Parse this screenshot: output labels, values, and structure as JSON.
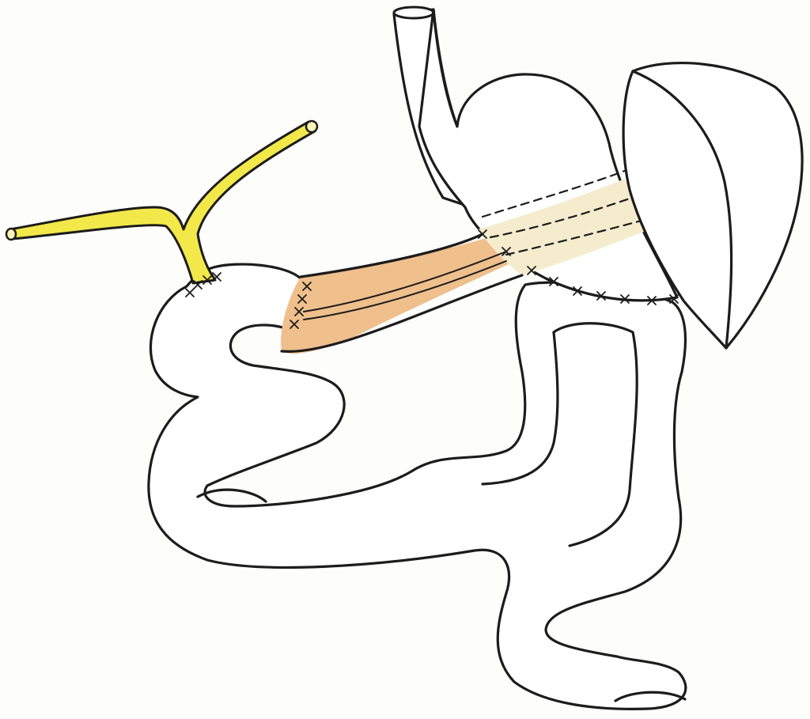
{
  "colors": {
    "background": "#fdfdfc",
    "outline": "#1c1c1c",
    "bile_duct": "#f2e84a",
    "pancreas": "#efbf8c",
    "pancreas_overlap": "#f5eccd",
    "organ_fill": "#ffffff"
  },
  "structures": [
    {
      "name": "esophagus",
      "icon": "tube"
    },
    {
      "name": "stomach",
      "icon": "organ-outline"
    },
    {
      "name": "liver-lobe",
      "icon": "organ-outline"
    },
    {
      "name": "bile-duct",
      "icon": "y-tube"
    },
    {
      "name": "pancreas",
      "icon": "elongated-gland"
    },
    {
      "name": "jejunal-loop",
      "icon": "bowel-loop"
    }
  ],
  "anastomoses": [
    {
      "name": "hepaticojejunostomy",
      "style": "cross-stitch"
    },
    {
      "name": "pancreaticojejunostomy",
      "style": "cross-stitch"
    },
    {
      "name": "gastrojejunostomy",
      "style": "cross-stitch"
    }
  ]
}
